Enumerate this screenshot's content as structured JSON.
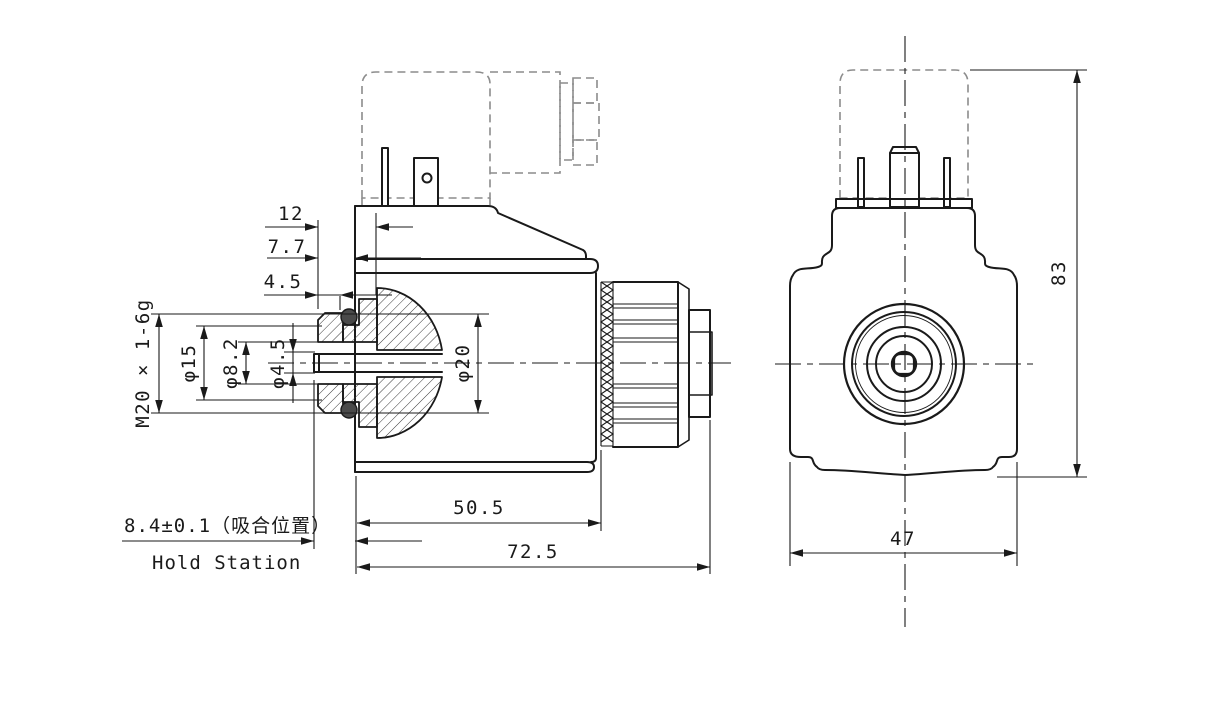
{
  "drawing_type": "engineering-drawing-2-views-solenoid",
  "colors": {
    "line": "#1a1a1a",
    "phantom_line": "#8c8c8c",
    "oring_fill": "#4a4a4a",
    "background": "#ffffff"
  },
  "left_view": {
    "name": "side-section-view",
    "dims": {
      "offset_12": "12",
      "offset_7_7": "7.7",
      "offset_4_5": "4.5",
      "thread": "M20 × 1-6g",
      "dia_15": "φ15",
      "dia_8_2": "φ8.2",
      "dia_4_5": "φ4.5",
      "dia_20": "φ20",
      "len_50_5": "50.5",
      "len_72_5": "72.5",
      "hold_note_cn": "8.4±0.1（吸合位置）",
      "hold_note_en": "Hold Station"
    }
  },
  "front_view": {
    "name": "front-view",
    "dims": {
      "height_83": "83",
      "width_47": "47"
    }
  }
}
